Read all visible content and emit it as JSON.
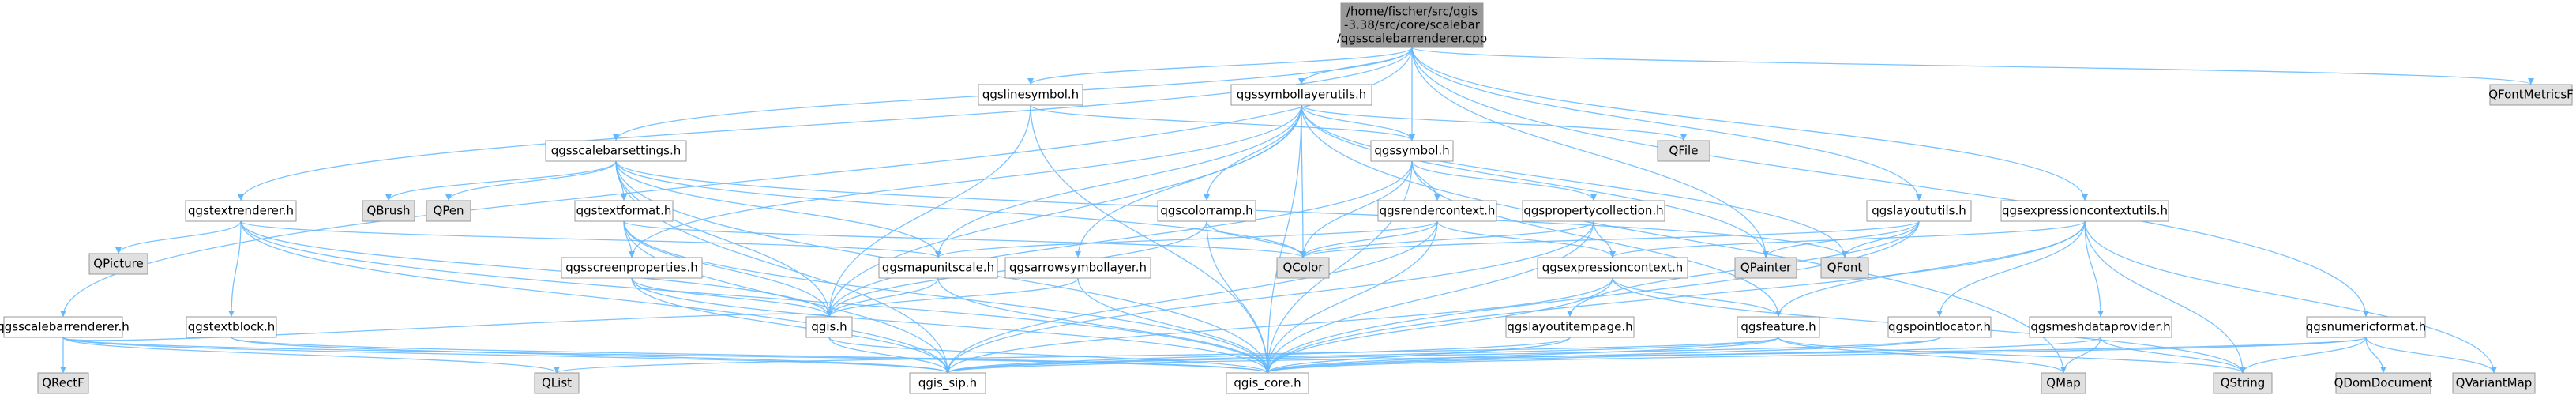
{
  "diagram": {
    "type": "include-dependency-graph",
    "colors": {
      "root_fill": "#999999",
      "header_fill": "#ffffff",
      "header_border_red": "#ff0000",
      "external_fill": "#e0e0e0",
      "edge": "#63b8ff",
      "text": "#000000"
    },
    "nodes": [
      {
        "id": "root",
        "lines": [
          "/home/fischer/src/qgis",
          "-3.38/src/core/scalebar",
          "/qgsscalebarrenderer.cpp"
        ],
        "kind": "root"
      },
      {
        "id": "qgslinesymbol",
        "lines": [
          "qgslinesymbol.h"
        ],
        "kind": "header"
      },
      {
        "id": "qgssymbollayerutils",
        "lines": [
          "qgssymbollayerutils.h"
        ],
        "kind": "header"
      },
      {
        "id": "qgsscalebarsettings",
        "lines": [
          "qgsscalebarsettings.h"
        ],
        "kind": "header"
      },
      {
        "id": "qgssymbol",
        "lines": [
          "qgssymbol.h"
        ],
        "kind": "header"
      },
      {
        "id": "QFile",
        "lines": [
          "QFile"
        ],
        "kind": "external"
      },
      {
        "id": "QFontMetricsF",
        "lines": [
          "QFontMetricsF"
        ],
        "kind": "external"
      },
      {
        "id": "QBrush",
        "lines": [
          "QBrush"
        ],
        "kind": "external"
      },
      {
        "id": "QPen",
        "lines": [
          "QPen"
        ],
        "kind": "external"
      },
      {
        "id": "qgstextformat",
        "lines": [
          "qgstextformat.h"
        ],
        "kind": "incomplete"
      },
      {
        "id": "qgstextrenderer",
        "lines": [
          "qgstextrenderer.h"
        ],
        "kind": "header"
      },
      {
        "id": "qgscolorramp",
        "lines": [
          "qgscolorramp.h"
        ],
        "kind": "header"
      },
      {
        "id": "qgsrendercontext",
        "lines": [
          "qgsrendercontext.h"
        ],
        "kind": "incomplete"
      },
      {
        "id": "qgspropertycollection",
        "lines": [
          "qgspropertycollection.h"
        ],
        "kind": "incomplete"
      },
      {
        "id": "qgslayoututils",
        "lines": [
          "qgslayoututils.h"
        ],
        "kind": "header"
      },
      {
        "id": "qgsexpressioncontextutils",
        "lines": [
          "qgsexpressioncontextutils.h"
        ],
        "kind": "header"
      },
      {
        "id": "QPicture",
        "lines": [
          "QPicture"
        ],
        "kind": "external"
      },
      {
        "id": "qgsscreenproperties",
        "lines": [
          "qgsscreenproperties.h"
        ],
        "kind": "header"
      },
      {
        "id": "qgsmapunitscale",
        "lines": [
          "qgsmapunitscale.h"
        ],
        "kind": "header"
      },
      {
        "id": "qgsarrowsymbollayer",
        "lines": [
          "qgsarrowsymbollayer.h"
        ],
        "kind": "incomplete"
      },
      {
        "id": "QColor",
        "lines": [
          "QColor"
        ],
        "kind": "external"
      },
      {
        "id": "qgsexpressioncontext",
        "lines": [
          "qgsexpressioncontext.h"
        ],
        "kind": "incomplete"
      },
      {
        "id": "QPainter",
        "lines": [
          "QPainter"
        ],
        "kind": "external"
      },
      {
        "id": "QFont",
        "lines": [
          "QFont"
        ],
        "kind": "external"
      },
      {
        "id": "qgsscalebarrenderer",
        "lines": [
          "qgsscalebarrenderer.h"
        ],
        "kind": "header"
      },
      {
        "id": "qgstextblock",
        "lines": [
          "qgstextblock.h"
        ],
        "kind": "incomplete"
      },
      {
        "id": "qgis",
        "lines": [
          "qgis.h"
        ],
        "kind": "incomplete"
      },
      {
        "id": "qgslayoutitempage",
        "lines": [
          "qgslayoutitempage.h"
        ],
        "kind": "incomplete"
      },
      {
        "id": "qgsfeature",
        "lines": [
          "qgsfeature.h"
        ],
        "kind": "incomplete"
      },
      {
        "id": "qgspointlocator",
        "lines": [
          "qgspointlocator.h"
        ],
        "kind": "incomplete"
      },
      {
        "id": "qgsmeshdataprovider",
        "lines": [
          "qgsmeshdataprovider.h"
        ],
        "kind": "incomplete"
      },
      {
        "id": "qgsnumericformat",
        "lines": [
          "qgsnumericformat.h"
        ],
        "kind": "header"
      },
      {
        "id": "QRectF",
        "lines": [
          "QRectF"
        ],
        "kind": "external"
      },
      {
        "id": "QList",
        "lines": [
          "QList"
        ],
        "kind": "external"
      },
      {
        "id": "qgis_sip",
        "lines": [
          "qgis_sip.h"
        ],
        "kind": "header"
      },
      {
        "id": "qgis_core",
        "lines": [
          "qgis_core.h"
        ],
        "kind": "header"
      },
      {
        "id": "QMap",
        "lines": [
          "QMap"
        ],
        "kind": "external"
      },
      {
        "id": "QString",
        "lines": [
          "QString"
        ],
        "kind": "external"
      },
      {
        "id": "QDomDocument",
        "lines": [
          "QDomDocument"
        ],
        "kind": "external"
      },
      {
        "id": "QVariantMap",
        "lines": [
          "QVariantMap"
        ],
        "kind": "external"
      }
    ],
    "edges": [
      [
        "root",
        "qgslinesymbol"
      ],
      [
        "root",
        "qgssymbollayerutils"
      ],
      [
        "root",
        "qgsscalebarsettings"
      ],
      [
        "root",
        "qgssymbol"
      ],
      [
        "root",
        "QFontMetricsF"
      ],
      [
        "root",
        "qgstextrenderer"
      ],
      [
        "root",
        "qgslayoututils"
      ],
      [
        "root",
        "qgsexpressioncontextutils"
      ],
      [
        "root",
        "qgsscalebarrenderer"
      ],
      [
        "root",
        "qgsnumericformat"
      ],
      [
        "root",
        "QPainter"
      ],
      [
        "qgslinesymbol",
        "qgssymbol"
      ],
      [
        "qgslinesymbol",
        "qgis"
      ],
      [
        "qgslinesymbol",
        "qgis_core"
      ],
      [
        "qgssymbollayerutils",
        "qgssymbol"
      ],
      [
        "qgssymbollayerutils",
        "QFile"
      ],
      [
        "qgssymbollayerutils",
        "qgscolorramp"
      ],
      [
        "qgssymbollayerutils",
        "qgsarrowsymbollayer"
      ],
      [
        "qgssymbollayerutils",
        "QColor"
      ],
      [
        "qgssymbollayerutils",
        "QPainter"
      ],
      [
        "qgssymbollayerutils",
        "QFont"
      ],
      [
        "qgssymbollayerutils",
        "qgis"
      ],
      [
        "qgssymbollayerutils",
        "qgis_core"
      ],
      [
        "qgssymbollayerutils",
        "QMap"
      ],
      [
        "qgssymbollayerutils",
        "qgsmapunitscale"
      ],
      [
        "qgssymbollayerutils",
        "qgsscreenproperties"
      ],
      [
        "qgsscalebarsettings",
        "QBrush"
      ],
      [
        "qgsscalebarsettings",
        "QPen"
      ],
      [
        "qgsscalebarsettings",
        "qgstextformat"
      ],
      [
        "qgsscalebarsettings",
        "QColor"
      ],
      [
        "qgsscalebarsettings",
        "QFont"
      ],
      [
        "qgsscalebarsettings",
        "qgis"
      ],
      [
        "qgsscalebarsettings",
        "qgis_core"
      ],
      [
        "qgsscalebarsettings",
        "qgis_sip"
      ],
      [
        "qgsscalebarsettings",
        "qgsmapunitscale"
      ],
      [
        "qgssymbol",
        "qgsrendercontext"
      ],
      [
        "qgssymbol",
        "qgspropertycollection"
      ],
      [
        "qgssymbol",
        "qgis"
      ],
      [
        "qgssymbol",
        "qgis_core"
      ],
      [
        "qgssymbol",
        "QColor"
      ],
      [
        "qgssymbol",
        "qgsfeature"
      ],
      [
        "qgstextformat",
        "qgsscreenproperties"
      ],
      [
        "qgstextformat",
        "qgis"
      ],
      [
        "qgstextformat",
        "qgis_core"
      ],
      [
        "qgstextformat",
        "qgis_sip"
      ],
      [
        "qgstextformat",
        "QColor"
      ],
      [
        "qgstextrenderer",
        "QPicture"
      ],
      [
        "qgstextrenderer",
        "qgstextblock"
      ],
      [
        "qgstextrenderer",
        "qgis"
      ],
      [
        "qgstextrenderer",
        "qgis_core"
      ],
      [
        "qgstextrenderer",
        "qgis_sip"
      ],
      [
        "qgstextrenderer",
        "qgsmapunitscale"
      ],
      [
        "qgscolorramp",
        "QColor"
      ],
      [
        "qgscolorramp",
        "qgis"
      ],
      [
        "qgscolorramp",
        "qgis_core"
      ],
      [
        "qgsrendercontext",
        "QColor"
      ],
      [
        "qgsrendercontext",
        "qgsmapunitscale"
      ],
      [
        "qgsrendercontext",
        "qgsexpressioncontext"
      ],
      [
        "qgsrendercontext",
        "qgis_core"
      ],
      [
        "qgsrendercontext",
        "qgis_sip"
      ],
      [
        "qgspropertycollection",
        "QColor"
      ],
      [
        "qgspropertycollection",
        "qgsexpressioncontext"
      ],
      [
        "qgspropertycollection",
        "qgis_core"
      ],
      [
        "qgspropertycollection",
        "qgis_sip"
      ],
      [
        "qgslayoututils",
        "QFont"
      ],
      [
        "qgslayoututils",
        "QPainter"
      ],
      [
        "qgslayoututils",
        "qgis_core"
      ],
      [
        "qgslayoututils",
        "qgslayoutitempage"
      ],
      [
        "qgslayoututils",
        "QColor"
      ],
      [
        "qgsexpressioncontextutils",
        "qgsexpressioncontext"
      ],
      [
        "qgsexpressioncontextutils",
        "qgspointlocator"
      ],
      [
        "qgsexpressioncontextutils",
        "qgsmeshdataprovider"
      ],
      [
        "qgsexpressioncontextutils",
        "qgis_core"
      ],
      [
        "qgsexpressioncontextutils",
        "QString"
      ],
      [
        "qgsexpressioncontextutils",
        "QVariantMap"
      ],
      [
        "qgsexpressioncontextutils",
        "qgsfeature"
      ],
      [
        "qgsscreenproperties",
        "qgis"
      ],
      [
        "qgsscreenproperties",
        "qgis_core"
      ],
      [
        "qgsscreenproperties",
        "qgis_sip"
      ],
      [
        "qgsmapunitscale",
        "qgis"
      ],
      [
        "qgsmapunitscale",
        "qgis_core"
      ],
      [
        "qgsarrowsymbollayer",
        "qgis"
      ],
      [
        "qgsarrowsymbollayer",
        "qgis_core"
      ],
      [
        "qgsexpressioncontext",
        "qgsfeature"
      ],
      [
        "qgsexpressioncontext",
        "qgis_core"
      ],
      [
        "qgsexpressioncontext",
        "qgis_sip"
      ],
      [
        "qgsexpressioncontext",
        "QString"
      ],
      [
        "qgsscalebarrenderer",
        "QRectF"
      ],
      [
        "qgsscalebarrenderer",
        "QList"
      ],
      [
        "qgsscalebarrenderer",
        "qgis_sip"
      ],
      [
        "qgsscalebarrenderer",
        "qgis_core"
      ],
      [
        "qgsscalebarrenderer",
        "qgis"
      ],
      [
        "qgstextblock",
        "qgis_core"
      ],
      [
        "qgstextblock",
        "qgis_sip"
      ],
      [
        "qgis",
        "qgis_sip"
      ],
      [
        "qgis",
        "qgis_core"
      ],
      [
        "qgslayoutitempage",
        "qgis_core"
      ],
      [
        "qgslayoutitempage",
        "qgis_sip"
      ],
      [
        "qgsfeature",
        "qgis_core"
      ],
      [
        "qgsfeature",
        "qgis_sip"
      ],
      [
        "qgsfeature",
        "QMap"
      ],
      [
        "qgsfeature",
        "QString"
      ],
      [
        "qgsfeature",
        "QList"
      ],
      [
        "qgspointlocator",
        "qgis_core"
      ],
      [
        "qgspointlocator",
        "qgis_sip"
      ],
      [
        "qgsmeshdataprovider",
        "qgis_core"
      ],
      [
        "qgsmeshdataprovider",
        "QMap"
      ],
      [
        "qgsmeshdataprovider",
        "QString"
      ],
      [
        "qgsnumericformat",
        "qgis_core"
      ],
      [
        "qgsnumericformat",
        "qgis_sip"
      ],
      [
        "qgsnumericformat",
        "QString"
      ],
      [
        "qgsnumericformat",
        "QDomDocument"
      ],
      [
        "qgsnumericformat",
        "QVariantMap"
      ]
    ]
  }
}
